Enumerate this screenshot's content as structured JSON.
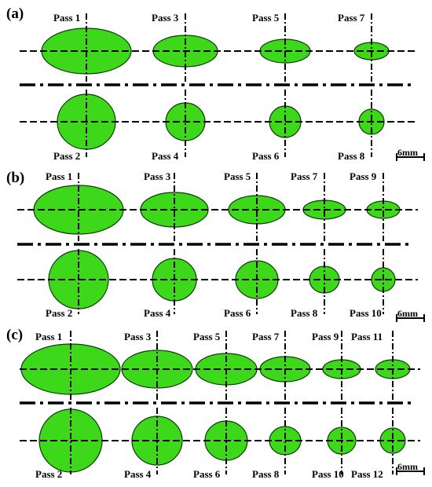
{
  "figure": {
    "colors": {
      "section_fill": "#3ed81b",
      "section_stroke": "#0b3a06",
      "line": "#000000",
      "background": "#ffffff"
    },
    "scale_bar": {
      "label": "6mm"
    },
    "panels": [
      {
        "label": "(a)",
        "oval_passes": [
          "Pass 1",
          "Pass 3",
          "Pass 5",
          "Pass 7"
        ],
        "round_passes": [
          "Pass 2",
          "Pass 4",
          "Pass 6",
          "Pass 8"
        ]
      },
      {
        "label": "(b)",
        "oval_passes": [
          "Pass 1",
          "Pass 3",
          "Pass 5",
          "Pass 7",
          "Pass 9"
        ],
        "round_passes": [
          "Pass 2",
          "Pass 4",
          "Pass 6",
          "Pass 8",
          "Pass 10"
        ]
      },
      {
        "label": "(c)",
        "oval_passes": [
          "Pass 1",
          "Pass 3",
          "Pass 5",
          "Pass 7",
          "Pass 9",
          "Pass 11"
        ],
        "round_passes": [
          "Pass 2",
          "Pass 4",
          "Pass 6",
          "Pass 8",
          "Pass 10",
          "Pass 12"
        ]
      }
    ]
  }
}
